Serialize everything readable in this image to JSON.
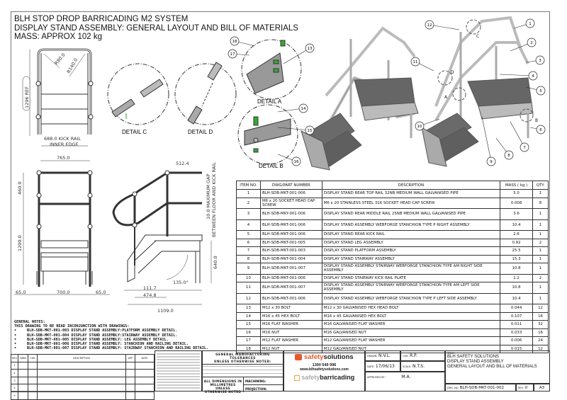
{
  "header": {
    "line1": "BLH STOP DROP BARRICADING M2 SYSTEM",
    "line2": "DISPLAY STAND ASSEMBLY: GENERAL LAYOUT AND BILL OF MATERIALS",
    "line3": "MASS: APPROX 102 kg"
  },
  "views": {
    "detail_a": "DETAIL A",
    "detail_b": "DETAIL B",
    "detail_c": "DETAIL C",
    "detail_d": "DETAIL D",
    "callout_a": "A",
    "callout_b": "B",
    "callout_c": "C",
    "callout_d": "D",
    "balloons": [
      "1",
      "2",
      "3",
      "4",
      "5",
      "6",
      "7",
      "8",
      "9",
      "10",
      "11",
      "12",
      "13",
      "14",
      "15",
      "16",
      "17",
      "18"
    ]
  },
  "dimensions": {
    "r80": "R80.0",
    "r140": "R140.0",
    "ref1296": "1296 REF",
    "kick": "688.0 KICK RAIL",
    "inner": "INNER EDGE",
    "w765": "765.0",
    "h460": "460.0",
    "h1200": "1200.0",
    "w65l": "65.0",
    "w700": "700.0",
    "w65r": "65.0",
    "w512": "512.4",
    "gap1": "10.0 MAXIMUM GAP",
    "gap2": "BETWEEN FLOOR AND KICK RAIL",
    "h640": "640.0",
    "ang": "135.0°",
    "w111": "111.7",
    "w474": "474.8",
    "w1109": "1109.0"
  },
  "bom": {
    "headers": [
      "ITEM NO.",
      "DWG/PART NUMBER",
      "DESCRIPTION",
      "MASS ( kg )",
      "QTY."
    ],
    "rows": [
      {
        "item": "1",
        "part": "BLH-SDB-MKT-001-006",
        "desc": "DISPLAY STAND REAR TOP RAIL 32NB MEDIUM WALL GALVANISED PIPE",
        "mass": "5.0",
        "qty": "1"
      },
      {
        "item": "2",
        "part": "M6 x 20 SOCKET HEAD CAP SCREW",
        "desc": "M6 x 20 STAINLESS STEEL 316 SOCKET HEAD CAP SCREW",
        "mass": "0.008",
        "qty": "8"
      },
      {
        "item": "3",
        "part": "BLH-SDB-MKY-001-006",
        "desc": "DISPLAY STAND REAR MIDDLE RAIL 25NB MEDIUM WALL GALVANISED PIPE",
        "mass": "3.6",
        "qty": "1"
      },
      {
        "item": "4",
        "part": "BLH-SDB-MKT-001-006",
        "desc": "DISPLAY STAND ASSEMBLY WEBFORGE STANCHION  TYPE P RIGHT ASSEMBLY",
        "mass": "10.4",
        "qty": "1"
      },
      {
        "item": "5",
        "part": "BLH-SDB-MKT-001-006",
        "desc": "DISPLAY STAND REAR KICK RAIL",
        "mass": "2.6",
        "qty": "1"
      },
      {
        "item": "6",
        "part": "BLH-SDB-MKT-001-005",
        "desc": "DISPLAY STAND LEG ASSEMBLY",
        "mass": "0.92",
        "qty": "2"
      },
      {
        "item": "7",
        "part": "BLH-SDB-MKT-001-003",
        "desc": "DISPLAY STAND PLATFORM ASSEMBLY",
        "mass": "25.5",
        "qty": "1"
      },
      {
        "item": "8",
        "part": "BLH-SDB-MKT-001-004",
        "desc": "DISPLAY STAND STAIRWAY ASSEMBLY",
        "mass": "15.3",
        "qty": "1"
      },
      {
        "item": "9",
        "part": "BLH-SDB-MKT-001-007",
        "desc": "DISPLAY STAND ASSEMBLY STAIRWAY WEBFORGE STANCHION TYPE AM RIGHT SIDE ASSEMBLY",
        "mass": "10.8",
        "qty": "1"
      },
      {
        "item": "10",
        "part": "BLH-SDB-MKT-001-006",
        "desc": "DISPLAY STAND STAIRWAY KICK RAIL PLATE",
        "mass": "1.2",
        "qty": "2"
      },
      {
        "item": "11",
        "part": "BLH-SDB-MKT-001-007",
        "desc": "DISPLAY STAND ASSEMBLY STAIRWAY WEBFORGE STANCHION TYPE AM LEFT SIDE ASSEMBLY",
        "mass": "10.8",
        "qty": "1"
      },
      {
        "item": "12",
        "part": "BLH-SDB-MKT-001-006",
        "desc": "DISPLAY STAND ASSEMBLY WEBFORGE STANCHION TYPE P LEFT SIDE ASSEMBLY",
        "mass": "10.4",
        "qty": "1"
      },
      {
        "item": "13",
        "part": "M12 x 30 BOLT",
        "desc": "M12 x 30 GALVANISED HEX HEAD BOLT",
        "mass": "0.044",
        "qty": "12"
      },
      {
        "item": "14",
        "part": "M16 x 45 HEX BOLT",
        "desc": "M16 x 45 GALVANISED HEX BOLT",
        "mass": "0.107",
        "qty": "16"
      },
      {
        "item": "15",
        "part": "M16 FLAT WASHER",
        "desc": "M16 GALVANISED FLAT WASHER",
        "mass": "0.011",
        "qty": "32"
      },
      {
        "item": "16",
        "part": "M16 NUT",
        "desc": "M16 GALVANISED NUT",
        "mass": "0.033",
        "qty": "16"
      },
      {
        "item": "17",
        "part": "M12 FLAT WASHER",
        "desc": "M12 GALVANISED FLAT WASHER",
        "mass": "0.006",
        "qty": "24"
      },
      {
        "item": "18",
        "part": "M12 NUT",
        "desc": "M12 GALVANISED NUT",
        "mass": "0.015",
        "qty": "12"
      }
    ]
  },
  "notes": {
    "title": "GENERAL NOTES:",
    "intro": "THIS DRAWING TO BE READ INCONJUNCTION WITH DRAWINGS:",
    "items": [
      "BLH-SDB-MKT-001-003 DISPLAY STAND ASSEMBLY:PLATFORM ASSEMBLY DETAIL.",
      "BLH-SDB-MKT-001-004 DISPLAY STAND ASSEMBLY:STAIRWAY ASSEMBLY DETAIL.",
      "BLH-SDB-MKT-001-005 DISPLAY STAND ASSEMBLY: LEG ASSEMBLY DETAIL.",
      "BLH-SDB-MKT-001-006 DISPLAY STAND ASSEMBLY: STANCHION AND RAILING DETAIL.",
      "BLH-SDB-MKT-001-007 DISPLAY STAND ASSEMBLY: STAIRWAY STANCHION AND RAILING DETAIL."
    ]
  },
  "revision": {
    "headers": [
      "REV",
      "DWN",
      "CHK",
      "DESCRIPTION",
      "APP",
      "DATE"
    ],
    "rows": [
      "1",
      "2",
      "3",
      "4",
      "5"
    ]
  },
  "tolerances": {
    "title": "GENERAL MANUFACTURING TOLERANCES",
    "subtitle": "UNLESS OTHERWISE NOTED:",
    "units1": "ALL DIMENSIONS IN",
    "units2": "MILLIMETRES UNLESS",
    "units3": "OTHERWISE NOTED",
    "machining": "MACHINING:",
    "projection": "PROJECTION:"
  },
  "company": {
    "brand1_a": "safety",
    "brand1_b": "solutions",
    "phone": "1300 549 996",
    "web": "www.blhsafetysolutions.com",
    "brand2_a": "safety",
    "brand2_b": "barricading",
    "accent": "#e8572a"
  },
  "titleblock": {
    "drawn_label": "DRAWN:",
    "drawn": "N.V.L.",
    "chk_label": "CHK:",
    "chk": "R.P.",
    "date_label": "DATE:",
    "date": "17/06/13",
    "scale_label": "SCALE:",
    "scale": "N.T.S.",
    "approved_label": "APPROVED BY :",
    "approved": "M.A.",
    "title_label": "TITLE :",
    "title1": "BLH SAFETY SOLUTIONS",
    "title2": "DISPLAY STAND ASSEMBLY",
    "title3": "GENERAL LAYOUT AND BILL OF MATERIALS",
    "dwg_label": "DRG. No:",
    "dwg": "BLH-SDB-MKT-001-002",
    "rev_label": "REV:",
    "rev": "0",
    "size": "A3"
  }
}
